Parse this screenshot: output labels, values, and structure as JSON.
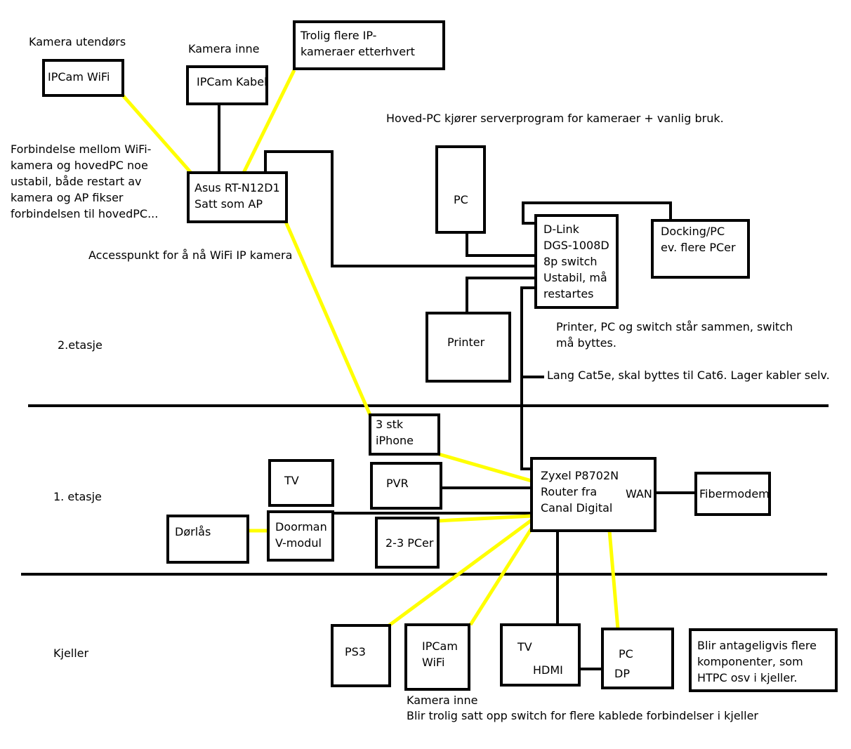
{
  "floors": {
    "second": "2.etasje",
    "first": "1. etasje",
    "basement": "Kjeller"
  },
  "devices": {
    "ipcam_wifi_outdoor": {
      "caption": "Kamera utendørs",
      "label": "IPCam WiFi"
    },
    "ipcam_cable": {
      "caption": "Kamera inne",
      "label": "IPCam Kabel"
    },
    "more_cams": {
      "label": "Trolig flere IP-\nkameraer etterhvert"
    },
    "asus_ap": {
      "label": "Asus RT-N12D1\nSatt som AP"
    },
    "pc_main": {
      "label": "PC"
    },
    "dlink_switch": {
      "label": "D-Link\nDGS-1008D\n8p switch\nUstabil, må\nrestartes"
    },
    "docking": {
      "label": "Docking/PC\nev. flere PCer"
    },
    "printer": {
      "label": "Printer"
    },
    "iphone": {
      "label": "3 stk\niPhone"
    },
    "tv_first": {
      "label": "TV"
    },
    "pvr": {
      "label": "PVR"
    },
    "router": {
      "label": "Zyxel P8702N\nRouter fra\nCanal Digital",
      "wan_label": "WAN"
    },
    "fibermodem": {
      "label": "Fibermodem"
    },
    "doorlock": {
      "label": "Dørlås"
    },
    "doorman": {
      "label": "Doorman\nV-modul"
    },
    "pcs_first": {
      "label": "2-3 PCer"
    },
    "ps3": {
      "label": "PS3"
    },
    "ipcam_wifi_basement": {
      "label": "IPCam\nWiFi",
      "caption": "Kamera inne"
    },
    "tv_basement": {
      "label": "TV",
      "port_label": "HDMI"
    },
    "pc_basement": {
      "label": "PC",
      "port_label": "DP"
    },
    "future_note": {
      "label": "Blir antageligvis flere\nkomponenter, som\nHTPC osv i kjeller."
    }
  },
  "notes": {
    "main_pc": "Hoved-PC kjører serverprogram for kameraer + vanlig bruk.",
    "wifi_unstable": "Forbindelse mellom WiFi-\nkamera og hovedPC noe\nustabil, både restart av\nkamera og AP fikser\nforbindelsen til hovedPC...",
    "access_point": "Accesspunkt for å nå WiFi IP kamera",
    "switch_replace": "Printer, PC og switch står sammen, switch\nmå byttes.",
    "cable": "Lang Cat5e, skal byttes til Cat6. Lager kabler selv.",
    "basement_switch": "Blir trolig satt opp switch for flere kablede forbindelser i kjeller"
  },
  "colors": {
    "wired": "#000000",
    "wireless": "#ffff00",
    "background": "#ffffff"
  }
}
